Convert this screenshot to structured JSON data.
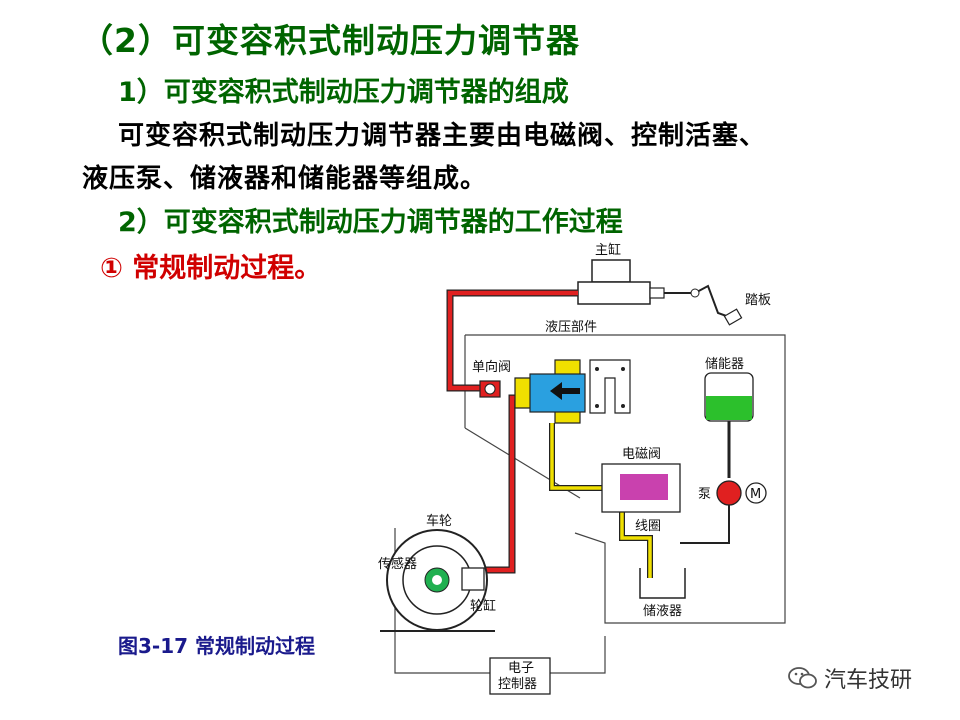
{
  "slide": {
    "title": "（2）可变容积式制动压力调节器",
    "subtitle_1": "1）可变容积式制动压力调节器的组成",
    "body_line_1": "可变容积式制动压力调节器主要由电磁阀、控制活塞、",
    "body_line_2": "液压泵、储液器和储能器等组成。",
    "subtitle_2": "2）可变容积式制动压力调节器的工作过程",
    "step_1": "① 常规制动过程。",
    "caption": "图3-17 常规制动过程",
    "watermark": "汽车技研"
  },
  "diagram": {
    "labels": {
      "master_cylinder": "主缸",
      "pedal": "踏板",
      "hydraulic_unit": "液压部件",
      "check_valve": "单向阀",
      "accumulator": "储能器",
      "solenoid_valve": "电磁阀",
      "pump": "泵",
      "motor": "M",
      "coil": "线圈",
      "wheel": "车轮",
      "sensor": "传感器",
      "wheel_cylinder": "轮缸",
      "reservoir": "储液器",
      "ecu_line_1": "电子",
      "ecu_line_2": "控制器"
    },
    "colors": {
      "brake_line": "#e02020",
      "return_line": "#f0e000",
      "piston": "#2aa0e0",
      "check_valve_body": "#f0e000",
      "accumulator_fluid": "#2cc02c",
      "solenoid_coil": "#c020a0",
      "sensor_gear": "#20b050"
    }
  }
}
